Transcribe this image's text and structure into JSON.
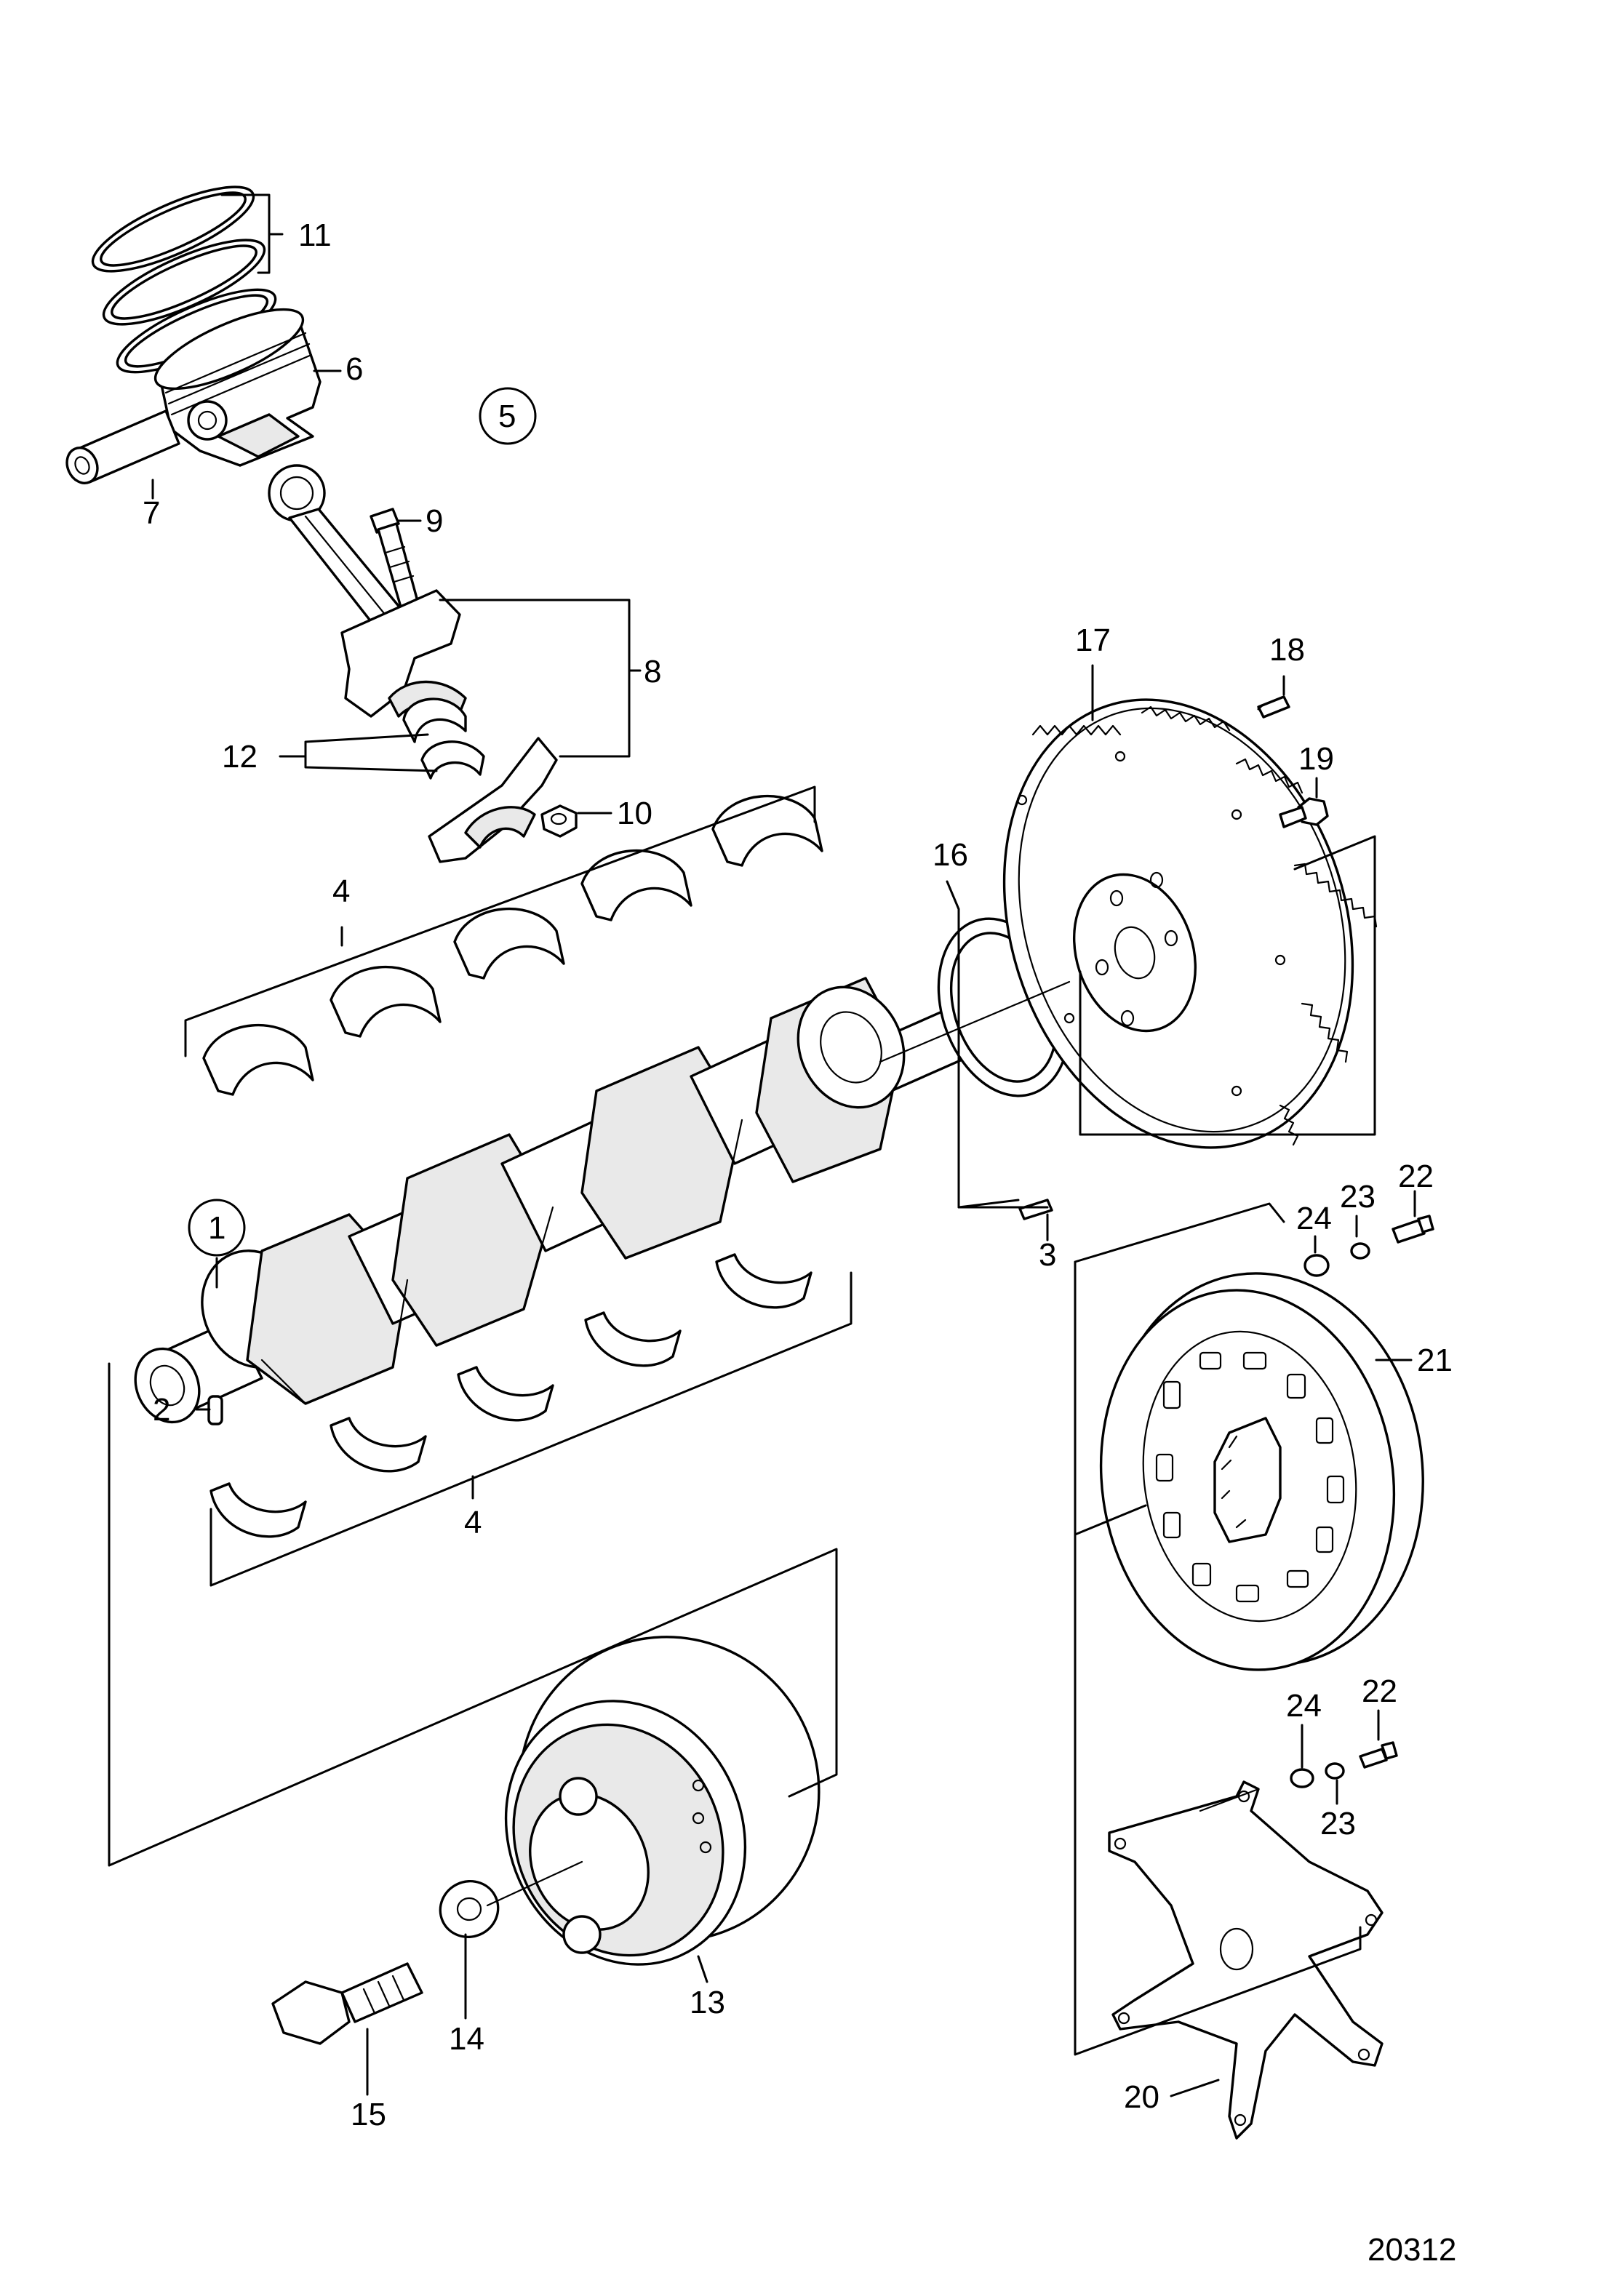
{
  "figure_id": "20312",
  "callouts": {
    "c1": "1",
    "c2": "2",
    "c3": "3",
    "c4_top": "4",
    "c4_bottom": "4",
    "c5": "5",
    "c6": "6",
    "c7": "7",
    "c8": "8",
    "c9": "9",
    "c10": "10",
    "c11": "11",
    "c12": "12",
    "c13": "13",
    "c14": "14",
    "c15": "15",
    "c16": "16",
    "c17": "17",
    "c18": "18",
    "c19": "19",
    "c20": "20",
    "c21": "21",
    "c22_top": "22",
    "c22_bottom": "22",
    "c23_top": "23",
    "c23_bottom": "23",
    "c24_top": "24",
    "c24_bottom": "24"
  },
  "parts": [
    "crankshaft",
    "dowel-pin",
    "guide-pin",
    "main-bearing-shells",
    "piston-assembly",
    "piston",
    "piston-pin",
    "connecting-rod",
    "rod-bolt",
    "rod-nut",
    "piston-rings",
    "big-end-bearing-shells",
    "vibration-damper",
    "washer",
    "damper-bolt",
    "rear-seal",
    "flywheel",
    "flywheel-pin",
    "flywheel-bolt",
    "flex-plate",
    "damper-plate",
    "bolt",
    "washer",
    "lock-washer"
  ],
  "colors": {
    "ink": "#000000",
    "paper": "#ffffff",
    "tone": "#e9e9e9"
  }
}
